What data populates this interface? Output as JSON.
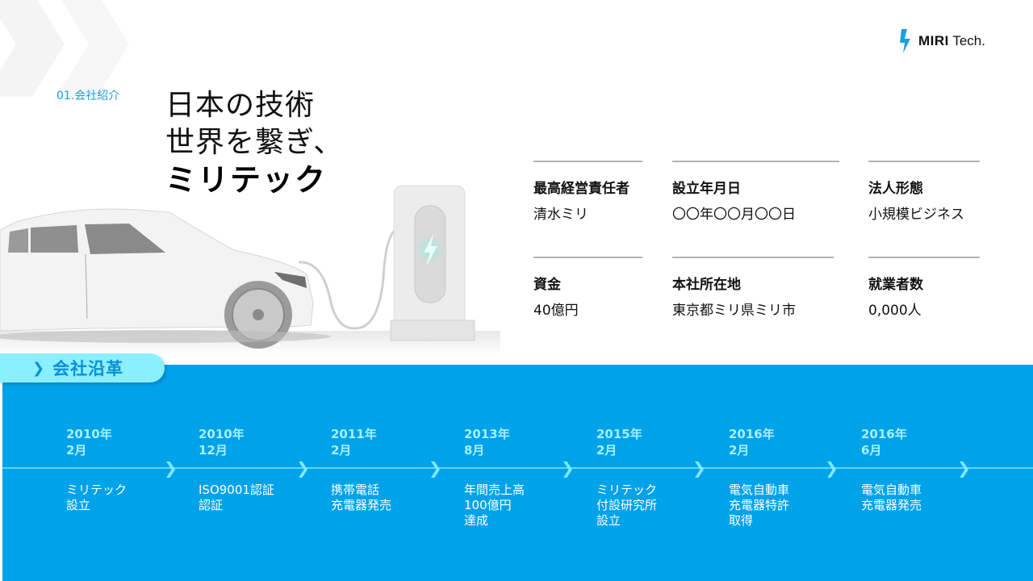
{
  "section": {
    "label": "01.会社紹介"
  },
  "headline": {
    "line1": "日本の技術",
    "line2": "世界を繋ぎ、",
    "line3": "ミリテック"
  },
  "logo": {
    "icon": "lightning-bolt-icon",
    "brand_bold": "MIRI",
    "brand_light": "Tech.",
    "color": "#1aa0e0"
  },
  "company_info": [
    {
      "label": "最高経営責任者",
      "value": "清水ミリ"
    },
    {
      "label": "設立年月日",
      "value": "〇〇年〇〇月〇〇日"
    },
    {
      "label": "法人形態",
      "value": "小規模ビジネス"
    },
    {
      "label": "資金",
      "value": "40億円"
    },
    {
      "label": "本社所在地",
      "value": "東京都ミリ県ミリ市"
    },
    {
      "label": "就業者数",
      "value": "0,000人"
    }
  ],
  "history": {
    "title": "会社沿革",
    "events": [
      {
        "year": "2010年",
        "month": "2月",
        "desc": [
          "ミリテック",
          "設立"
        ]
      },
      {
        "year": "2010年",
        "month": "12月",
        "desc": [
          "ISO9001認証",
          "認証"
        ]
      },
      {
        "year": "2011年",
        "month": "2月",
        "desc": [
          "携帯電話",
          "充電器発売"
        ]
      },
      {
        "year": "2013年",
        "month": "8月",
        "desc": [
          "年間売上高",
          "100億円",
          "達成"
        ]
      },
      {
        "year": "2015年",
        "month": "2月",
        "desc": [
          "ミリテック",
          "付設研究所",
          "設立"
        ]
      },
      {
        "year": "2016年",
        "month": "2月",
        "desc": [
          "電気自動車",
          "充電器特許",
          "取得"
        ]
      },
      {
        "year": "2016年",
        "month": "6月",
        "desc": [
          "電気自動車",
          "充電器発売"
        ]
      }
    ]
  },
  "colors": {
    "accent": "#00a2ea",
    "tab": "#8aefff",
    "date": "#a6f0ff",
    "rule": "#b3b3b3"
  }
}
